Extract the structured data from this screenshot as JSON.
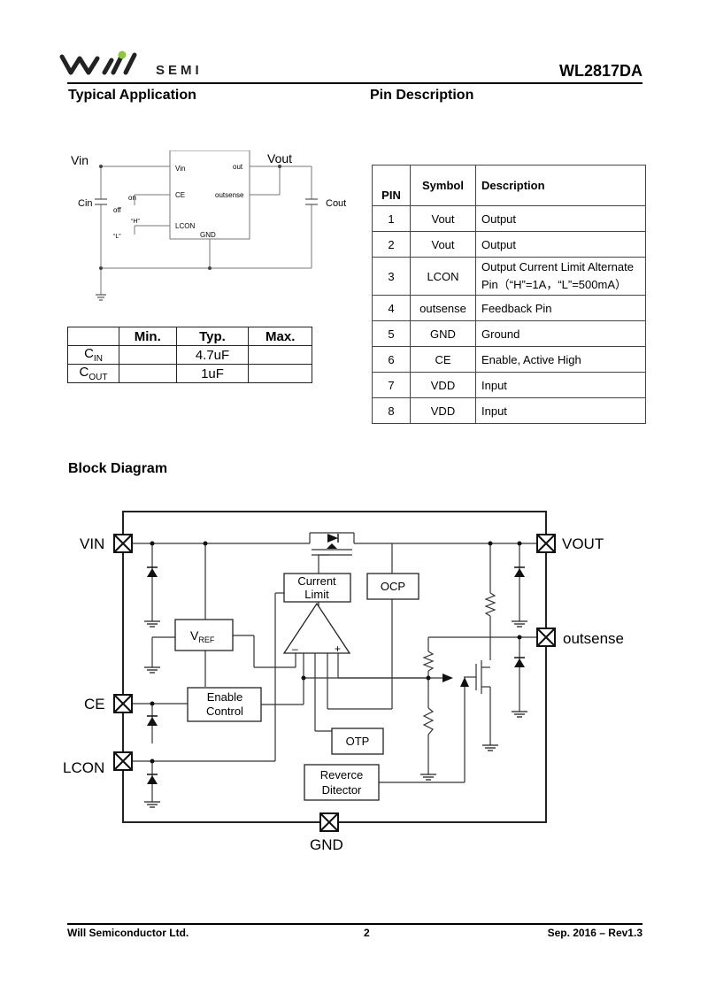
{
  "header": {
    "logo_text": "SEMI",
    "part_number": "WL2817DA"
  },
  "sections": {
    "typical_application": "Typical Application",
    "pin_description": "Pin Description",
    "block_diagram": "Block Diagram"
  },
  "app_circuit": {
    "vin": "Vin",
    "vout": "Vout",
    "cin": "Cin",
    "cout": "Cout",
    "on": "on",
    "off": "off",
    "h": "“H”",
    "l": "“L”",
    "pin_vin": "Vin",
    "pin_out": "out",
    "pin_ce": "CE",
    "pin_outsense": "outsense",
    "pin_lcon": "LCON",
    "pin_gnd": "GND"
  },
  "cap_table": {
    "headers": [
      "",
      "Min.",
      "Typ.",
      "Max."
    ],
    "rows": [
      {
        "name": "C",
        "sub": "IN",
        "min": "",
        "typ": "4.7uF",
        "max": ""
      },
      {
        "name": "C",
        "sub": "OUT",
        "min": "",
        "typ": "1uF",
        "max": ""
      }
    ]
  },
  "pin_table": {
    "headers": [
      "PIN",
      "Symbol",
      "Description"
    ],
    "rows": [
      {
        "pin": "1",
        "symbol": "Vout",
        "description": "Output"
      },
      {
        "pin": "2",
        "symbol": "Vout",
        "description": "Output"
      },
      {
        "pin": "3",
        "symbol": "LCON",
        "description": "Output Current Limit Alternate Pin（“H”=1A，“L”=500mA）"
      },
      {
        "pin": "4",
        "symbol": "outsense",
        "description": "Feedback Pin"
      },
      {
        "pin": "5",
        "symbol": "GND",
        "description": "Ground"
      },
      {
        "pin": "6",
        "symbol": "CE",
        "description": "Enable, Active High"
      },
      {
        "pin": "7",
        "symbol": "VDD",
        "description": "Input"
      },
      {
        "pin": "8",
        "symbol": "VDD",
        "description": "Input"
      }
    ]
  },
  "block_diagram": {
    "vin": "VIN",
    "vout": "VOUT",
    "outsense": "outsense",
    "ce": "CE",
    "lcon": "LCON",
    "gnd": "GND",
    "vref_main": "V",
    "vref_sub": "REF",
    "enable_line1": "Enable",
    "enable_line2": "Control",
    "current_line1": "Current",
    "current_line2": "Limit",
    "ocp": "OCP",
    "otp": "OTP",
    "reverse_line1": "Reverce",
    "reverse_line2": "Ditector",
    "minus": "–",
    "plus": "+"
  },
  "footer": {
    "company": "Will Semiconductor Ltd.",
    "page": "2",
    "revision": "Sep. 2016 – Rev1.3"
  },
  "colors": {
    "logo_dot": "#8dc63f"
  }
}
